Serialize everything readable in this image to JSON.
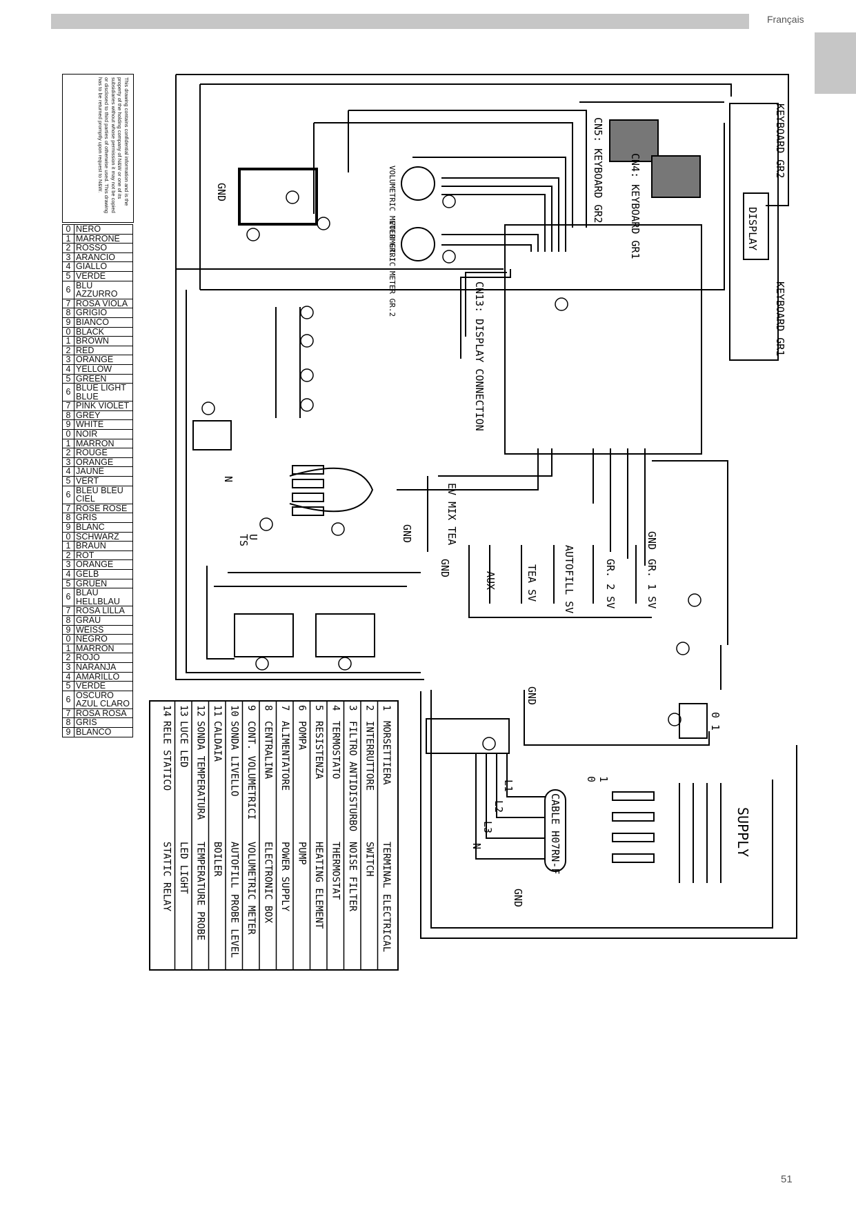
{
  "header": {
    "language": "Français"
  },
  "page_number": "51",
  "confidential_note": "This drawing contains confidential information and is the property of the holding company of N&W or one of its subsidiaries without whose permission it may not be copied or disclosed to third parties of otherwise used. This drawing has to be returned promptly upon request to N&W.",
  "color_table": [
    {
      "n": "0",
      "c": "NERO"
    },
    {
      "n": "1",
      "c": "MARRONE"
    },
    {
      "n": "2",
      "c": "ROSSO"
    },
    {
      "n": "3",
      "c": "ARANCIO"
    },
    {
      "n": "4",
      "c": "GIALLO"
    },
    {
      "n": "5",
      "c": "VERDE"
    },
    {
      "n": "6",
      "c": "BLU AZZURRO"
    },
    {
      "n": "7",
      "c": "ROSA VIOLA"
    },
    {
      "n": "8",
      "c": "GRIGIO"
    },
    {
      "n": "9",
      "c": "BIANCO"
    },
    {
      "n": "0",
      "c": "BLACK"
    },
    {
      "n": "1",
      "c": "BROWN"
    },
    {
      "n": "2",
      "c": "RED"
    },
    {
      "n": "3",
      "c": "ORANGE"
    },
    {
      "n": "4",
      "c": "YELLOW"
    },
    {
      "n": "5",
      "c": "GREEN"
    },
    {
      "n": "6",
      "c": "BLUE LIGHT BLUE"
    },
    {
      "n": "7",
      "c": "PINK VIOLET"
    },
    {
      "n": "8",
      "c": "GREY"
    },
    {
      "n": "9",
      "c": "WHITE"
    },
    {
      "n": "0",
      "c": "NOIR"
    },
    {
      "n": "1",
      "c": "MARRON"
    },
    {
      "n": "2",
      "c": "ROUGE"
    },
    {
      "n": "3",
      "c": "ORANGE"
    },
    {
      "n": "4",
      "c": "JAUNE"
    },
    {
      "n": "5",
      "c": "VERT"
    },
    {
      "n": "6",
      "c": "BLEU BLEU CIEL"
    },
    {
      "n": "7",
      "c": "ROSE ROSE"
    },
    {
      "n": "8",
      "c": "GRIS"
    },
    {
      "n": "9",
      "c": "BLANC"
    },
    {
      "n": "0",
      "c": "SCHWARZ"
    },
    {
      "n": "1",
      "c": "BRAUN"
    },
    {
      "n": "2",
      "c": "ROT"
    },
    {
      "n": "3",
      "c": "ORANGE"
    },
    {
      "n": "4",
      "c": "GELB"
    },
    {
      "n": "5",
      "c": "GRUEN"
    },
    {
      "n": "6",
      "c": "BLAU HELLBLAU"
    },
    {
      "n": "7",
      "c": "ROSA LILLA"
    },
    {
      "n": "8",
      "c": "GRAU"
    },
    {
      "n": "9",
      "c": "WEISS"
    },
    {
      "n": "0",
      "c": "NEGRO"
    },
    {
      "n": "1",
      "c": "MARRON"
    },
    {
      "n": "2",
      "c": "ROJO"
    },
    {
      "n": "3",
      "c": "NARANJA"
    },
    {
      "n": "4",
      "c": "AMARILLO"
    },
    {
      "n": "5",
      "c": "VERDE"
    },
    {
      "n": "6",
      "c": "OSCURO AZUL CLARO"
    },
    {
      "n": "7",
      "c": "ROSA ROSA"
    },
    {
      "n": "8",
      "c": "GRIS"
    },
    {
      "n": "9",
      "c": "BLANCO"
    }
  ],
  "legend": [
    {
      "n": "1",
      "it": "MORSETTIERA",
      "en": "TERMINAL ELECTRICAL"
    },
    {
      "n": "2",
      "it": "INTERRUTTORE",
      "en": "SWITCH"
    },
    {
      "n": "3",
      "it": "FILTRO ANTIDISTURBO",
      "en": "NOISE FILTER"
    },
    {
      "n": "4",
      "it": "TERMOSTATO",
      "en": "THERMOSTAT"
    },
    {
      "n": "5",
      "it": "RESISTENZA",
      "en": "HEATING ELEMENT"
    },
    {
      "n": "6",
      "it": "POMPA",
      "en": "PUMP"
    },
    {
      "n": "7",
      "it": "ALIMENTATORE",
      "en": "POWER SUPPLY"
    },
    {
      "n": "8",
      "it": "CENTRALINA",
      "en": "ELECTRONIC BOX"
    },
    {
      "n": "9",
      "it": "CONT. VOLUMETRICI",
      "en": "VOLUMETRIC METER"
    },
    {
      "n": "10",
      "it": "SONDA LIVELLO",
      "en": "AUTOFILL PROBE LEVEL"
    },
    {
      "n": "11",
      "it": "CALDAIA",
      "en": "BOILER"
    },
    {
      "n": "12",
      "it": "SONDA TEMPERATURA",
      "en": "TEMPERATURE PROBE"
    },
    {
      "n": "13",
      "it": "LUCE LED",
      "en": "LED LIGHT"
    },
    {
      "n": "14",
      "it": "RELE STATICO",
      "en": "STATIC RELAY"
    }
  ],
  "labels": {
    "gnd": "GND",
    "cn5": "CN5: KEYBOARD GR2",
    "cn4": "CN4: KEYBOARD GR1",
    "keyboard_gr2": "KEYBOARD GR2",
    "keyboard_gr1": "KEYBOARD GR1",
    "display": "DISPLAY",
    "vm_gr1": "VOLUMETRIC METER GR.1",
    "vm_gr2": "VOLUMETRIC METER GR.2",
    "cn13": "CN13: DISPLAY CONNECTION",
    "ev_mix_tea": "EV MIX TEA",
    "aux": "AUX",
    "tea_sv": "TEA SV",
    "autofill_sv": "AUTOFILL SV",
    "gr2_sv": "GR. 2 SV",
    "gr1_sv": "GR. 1 SV",
    "supply": "SUPPLY",
    "cable": "CABLE H07RN-F",
    "l1": "L1",
    "l2": "L2",
    "l3": "L3",
    "n": "N",
    "u": "U",
    "ts": "TS",
    "switch_01": "0 1",
    "zero": "0",
    "one": "1"
  }
}
